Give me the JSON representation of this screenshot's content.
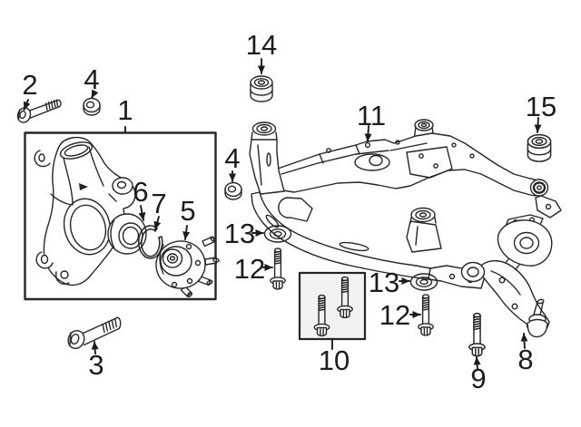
{
  "diagram": {
    "background_color": "#ffffff",
    "line_color": "#262626",
    "box_fill": "#f2f2f2",
    "callouts": {
      "c1": {
        "number": "1"
      },
      "c2": {
        "number": "2"
      },
      "c3": {
        "number": "3"
      },
      "c4a": {
        "number": "4"
      },
      "c4b": {
        "number": "4"
      },
      "c5": {
        "number": "5"
      },
      "c6": {
        "number": "6"
      },
      "c7": {
        "number": "7"
      },
      "c8": {
        "number": "8"
      },
      "c9": {
        "number": "9"
      },
      "c10": {
        "number": "10"
      },
      "c11": {
        "number": "11"
      },
      "c12a": {
        "number": "12"
      },
      "c12b": {
        "number": "12"
      },
      "c13a": {
        "number": "13"
      },
      "c13b": {
        "number": "13"
      },
      "c14": {
        "number": "14"
      },
      "c15": {
        "number": "15"
      }
    }
  }
}
